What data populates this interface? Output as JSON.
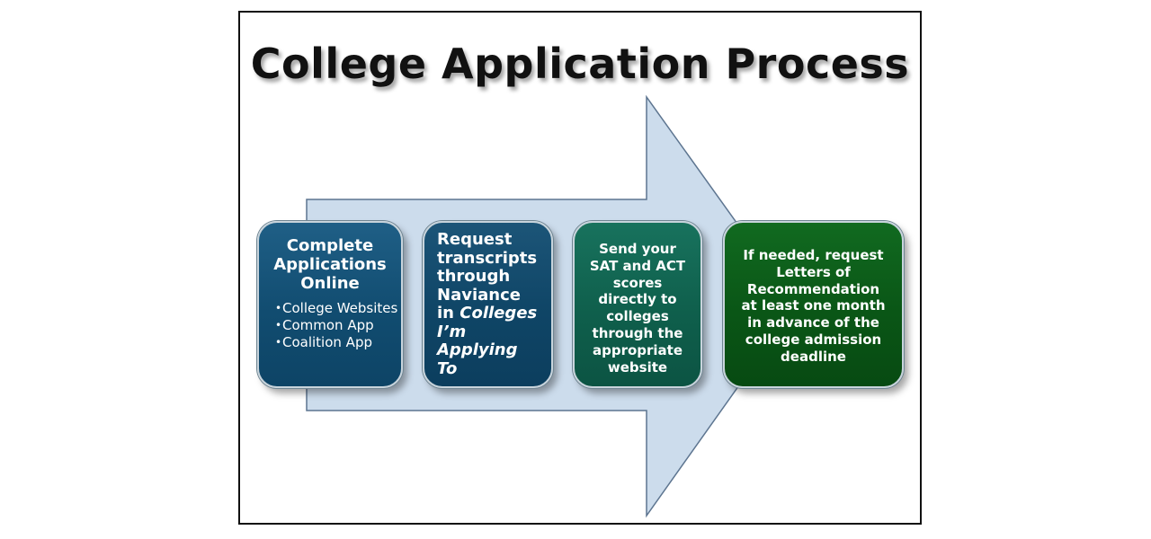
{
  "title": "College Application Process",
  "colors": {
    "arrow_fill": "#ccdcec",
    "arrow_stroke": "#5d7590",
    "step_1": "#114c70",
    "step_2": "#0f4566",
    "step_3": "#0f5f4c",
    "step_4": "#0a5616"
  },
  "steps": [
    {
      "heading": [
        "Complete",
        "Applications",
        "Online"
      ],
      "bullets": [
        "College Websites",
        "Common App",
        "Coalition App"
      ]
    },
    {
      "lines": [
        "Request",
        "transcripts",
        "through",
        "Naviance"
      ],
      "prefix": "in",
      "italic_lines": [
        "Colleges",
        "I’m",
        "Applying",
        "To"
      ]
    },
    {
      "lines": [
        "Send your",
        "SAT and ACT",
        "scores",
        "directly to",
        "colleges",
        "through the",
        "appropriate",
        "website"
      ]
    },
    {
      "lines": [
        "If needed, request",
        "Letters of",
        "Recommendation",
        "at least one month",
        "in advance of the",
        "college admission",
        "deadline"
      ]
    }
  ]
}
